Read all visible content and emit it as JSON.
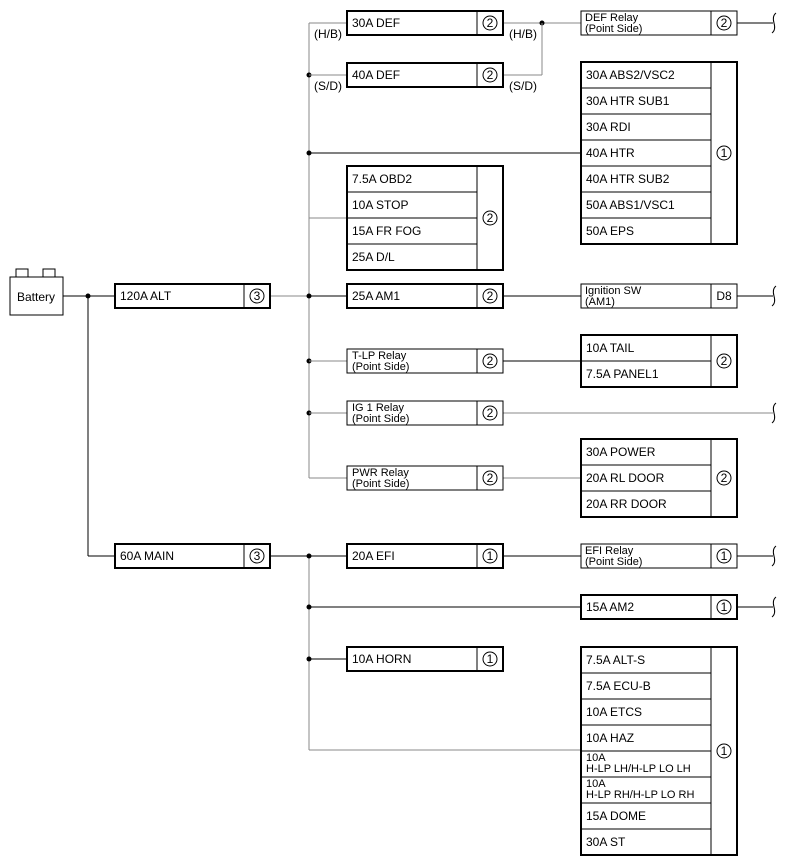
{
  "battery": {
    "label": "Battery"
  },
  "main_fuses": [
    {
      "id": "alt",
      "label": "120A ALT",
      "num": "3"
    },
    {
      "id": "main",
      "label": "60A MAIN",
      "num": "3"
    }
  ],
  "wire_labels": {
    "hb": "(H/B)",
    "sd": "(S/D)"
  },
  "branch_fuses": [
    {
      "id": "def30",
      "label": "30A DEF",
      "num": "2"
    },
    {
      "id": "def40",
      "label": "40A DEF",
      "num": "2"
    },
    {
      "id": "am1",
      "label": "25A AM1",
      "num": "2"
    },
    {
      "id": "efi",
      "label": "20A EFI",
      "num": "1"
    },
    {
      "id": "horn",
      "label": "10A HORN",
      "num": "1"
    }
  ],
  "relays": [
    {
      "id": "tlp",
      "lines": [
        "T-LP Relay",
        "(Point Side)"
      ],
      "num": "2"
    },
    {
      "id": "ig1",
      "lines": [
        "IG 1 Relay",
        "(Point Side)"
      ],
      "num": "2"
    },
    {
      "id": "pwr",
      "lines": [
        "PWR Relay",
        "(Point Side)"
      ],
      "num": "2"
    }
  ],
  "endpoints": [
    {
      "id": "defrelay",
      "lines": [
        "DEF Relay",
        "(Point Side)"
      ],
      "num": "2"
    },
    {
      "id": "ignsw",
      "lines": [
        "Ignition SW",
        "(AM1)"
      ],
      "num": "D8"
    },
    {
      "id": "efirelay",
      "lines": [
        "EFI Relay",
        "(Point Side)"
      ],
      "num": "1"
    },
    {
      "id": "am2",
      "lines": [
        "15A AM2"
      ],
      "num": "1"
    }
  ],
  "groups": [
    {
      "id": "htr_group",
      "num": "1",
      "items": [
        [
          "30A ABS2/VSC2"
        ],
        [
          "30A HTR SUB1"
        ],
        [
          "30A RDI"
        ],
        [
          "40A HTR"
        ],
        [
          "40A HTR SUB2"
        ],
        [
          "50A ABS1/VSC1"
        ],
        [
          "50A EPS"
        ]
      ]
    },
    {
      "id": "obd_group",
      "num": "2",
      "items": [
        [
          "7.5A OBD2"
        ],
        [
          "10A STOP"
        ],
        [
          "15A FR FOG"
        ],
        [
          "25A D/L"
        ]
      ]
    },
    {
      "id": "tail_group",
      "num": "2",
      "items": [
        [
          "10A TAIL"
        ],
        [
          "7.5A PANEL1"
        ]
      ]
    },
    {
      "id": "power_group",
      "num": "2",
      "items": [
        [
          "30A POWER"
        ],
        [
          "20A RL DOOR"
        ],
        [
          "20A RR DOOR"
        ]
      ]
    },
    {
      "id": "alts_group",
      "num": "1",
      "items": [
        [
          "7.5A ALT-S"
        ],
        [
          "7.5A ECU-B"
        ],
        [
          "10A ETCS"
        ],
        [
          "10A HAZ"
        ],
        [
          "10A",
          "H-LP LH/H-LP LO LH"
        ],
        [
          "10A",
          "H-LP RH/H-LP LO RH"
        ],
        [
          "15A DOME"
        ],
        [
          "30A ST"
        ]
      ]
    }
  ]
}
